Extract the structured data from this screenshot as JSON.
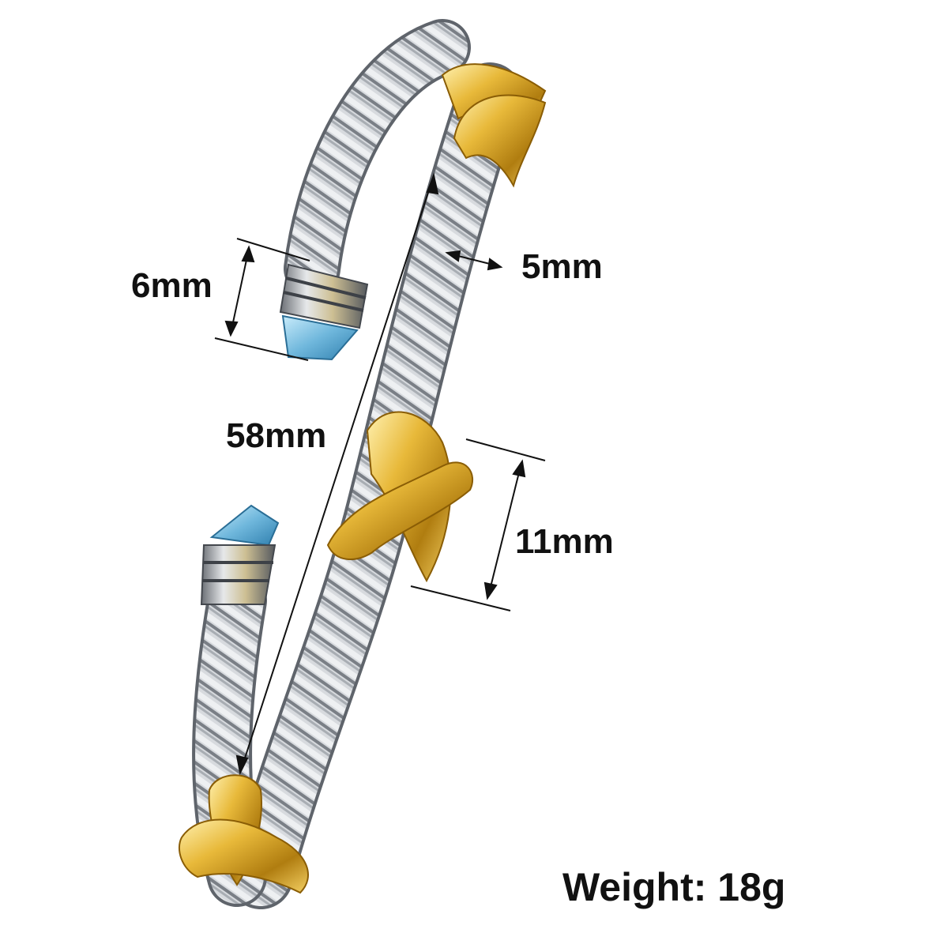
{
  "dimensions": {
    "end_cap_diameter": "6mm",
    "cable_thickness": "5mm",
    "opening_length": "58mm",
    "x_accent_width": "11mm"
  },
  "weight_label": "Weight: 18g",
  "colors": {
    "silver": "#c9ccd0",
    "silver_dark": "#6e737a",
    "gold": "#d9a928",
    "gold_light": "#f7dc7a",
    "gem_blue": "#7fc3e3",
    "text": "#111111"
  },
  "icons": [
    "bracelet-photo",
    "x-accent-icon",
    "blue-gem-icon"
  ]
}
